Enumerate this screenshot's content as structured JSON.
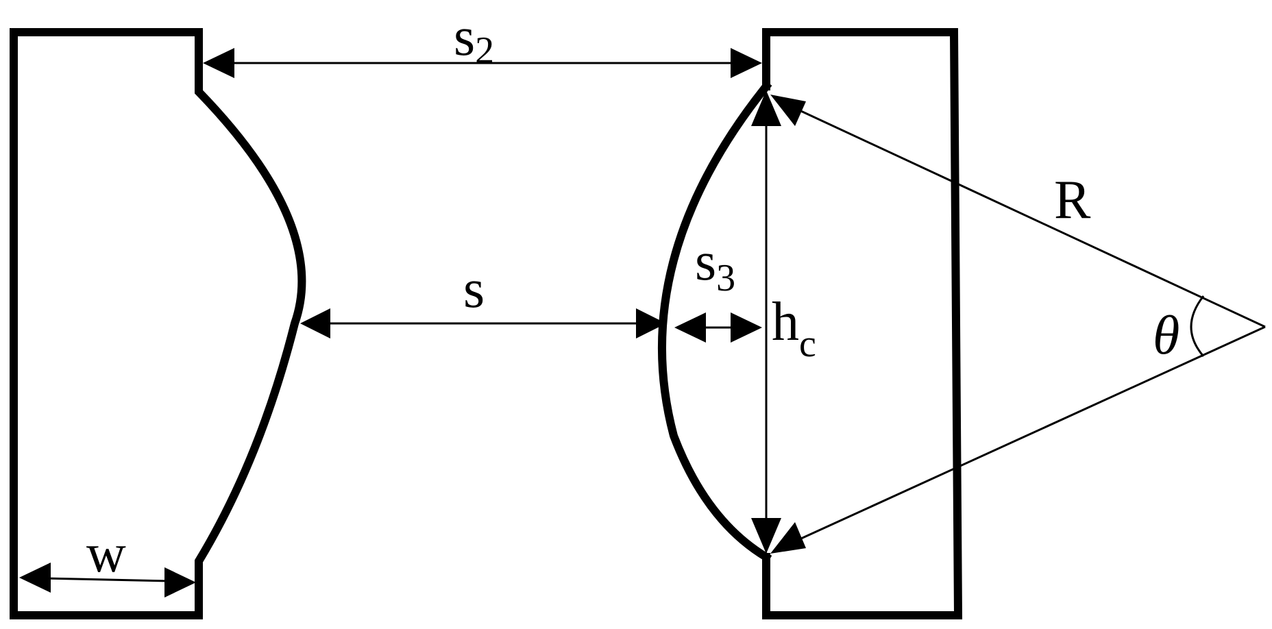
{
  "labels": {
    "s2_main": "s",
    "s2_sub": "2",
    "s": "s",
    "s3_main": "s",
    "s3_sub": "3",
    "hc_main": "h",
    "hc_sub": "c",
    "R": "R",
    "theta": "θ",
    "w": "w"
  },
  "colors": {
    "stroke": "#000000",
    "background": "#ffffff"
  }
}
